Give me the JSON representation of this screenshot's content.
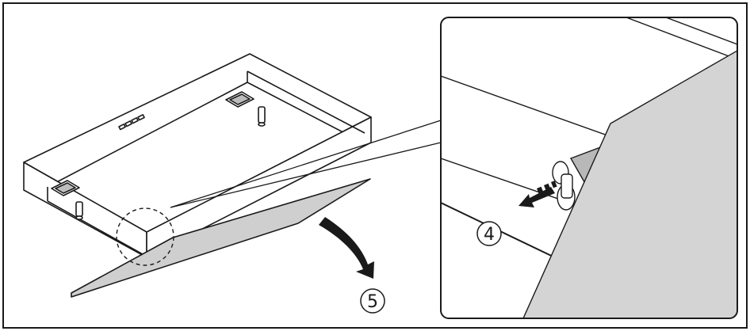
{
  "diagram": {
    "steps": [
      {
        "id": "step-4",
        "label": "4"
      },
      {
        "id": "step-5",
        "label": "5"
      }
    ],
    "colors": {
      "line": "#1a1a1a",
      "panel_fill": "#cfcfcf",
      "zoom_fill": "#d4d4d4",
      "background": "#ffffff"
    }
  }
}
